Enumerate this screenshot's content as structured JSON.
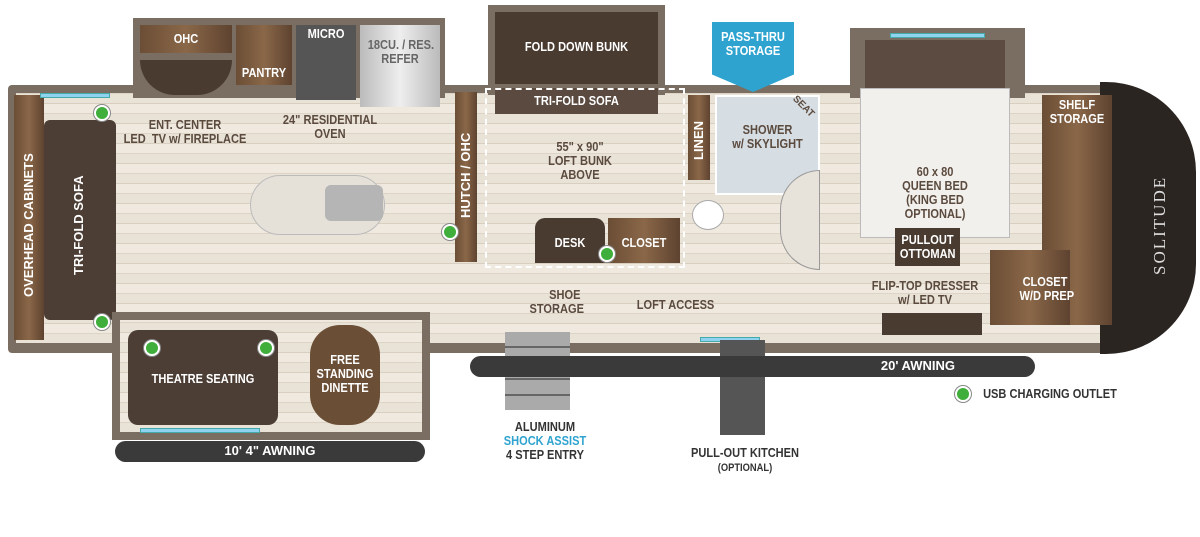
{
  "brand": "SOLITUDE",
  "labels": {
    "ohc": "OHC",
    "pantry": "PANTRY",
    "micro": "MICRO",
    "refer": "18CU. / RES.\nREFER",
    "ent_center": "ENT. CENTER\nLED  TV w/ FIREPLACE",
    "oven": "24\" RESIDENTIAL\nOVEN",
    "overhead_cabinets": "OVERHEAD CABINETS",
    "tri_fold_sofa_left": "TRI-FOLD SOFA",
    "hutch": "HUTCH / OHC",
    "fold_down_bunk": "FOLD DOWN BUNK",
    "tri_fold_sofa_mid": "TRI-FOLD SOFA",
    "loft_bunk": "55\" x 90\"\nLOFT BUNK\nABOVE",
    "desk": "DESK",
    "closet": "CLOSET",
    "shoe_storage": "SHOE\nSTORAGE",
    "loft_access": "LOFT ACCESS",
    "pass_thru": "PASS-THRU\nSTORAGE",
    "linen": "LINEN",
    "shower": "SHOWER\nw/ SKYLIGHT",
    "seat": "SEAT",
    "queen_bed": "60 x 80\nQUEEN BED\n(KING BED\nOPTIONAL)",
    "pullout_ottoman": "PULLOUT\nOTTOMAN",
    "shelf_storage": "SHELF\nSTORAGE",
    "flip_top": "FLIP-TOP DRESSER\nw/ LED TV",
    "closet_wd": "CLOSET\nW/D PREP",
    "theatre_seating": "THEATRE SEATING",
    "dinette": "FREE\nSTANDING\nDINETTE",
    "awning_left": "10' 4\" AWNING",
    "awning_right": "20' AWNING",
    "entry_1": "ALUMINUM",
    "entry_2": "SHOCK ASSIST",
    "entry_3": "4 STEP ENTRY",
    "outdoor_kitchen": "PULL-OUT KITCHEN",
    "outdoor_kitchen_opt": "(OPTIONAL)"
  },
  "legend": {
    "usb": "USB CHARGING OUTLET"
  },
  "colors": {
    "usb": "#3fae3a",
    "accent": "#2fa3cf"
  }
}
